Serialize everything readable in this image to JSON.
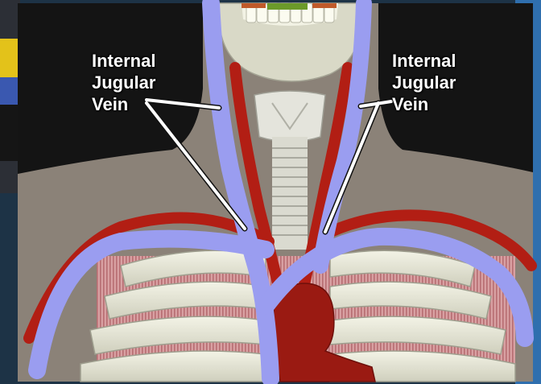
{
  "labels": {
    "left": {
      "line1": "Internal",
      "line2": "Jugular",
      "line3": "Vein"
    },
    "right": {
      "line1": "Internal",
      "line2": "Jugular",
      "line3": "Vein"
    }
  },
  "colors": {
    "vein": "#9a9df0",
    "artery": "#b21e14",
    "bone": "#eaeadc",
    "muscle": "#c9858a",
    "skin": "#8a8178",
    "background": "#141414"
  }
}
